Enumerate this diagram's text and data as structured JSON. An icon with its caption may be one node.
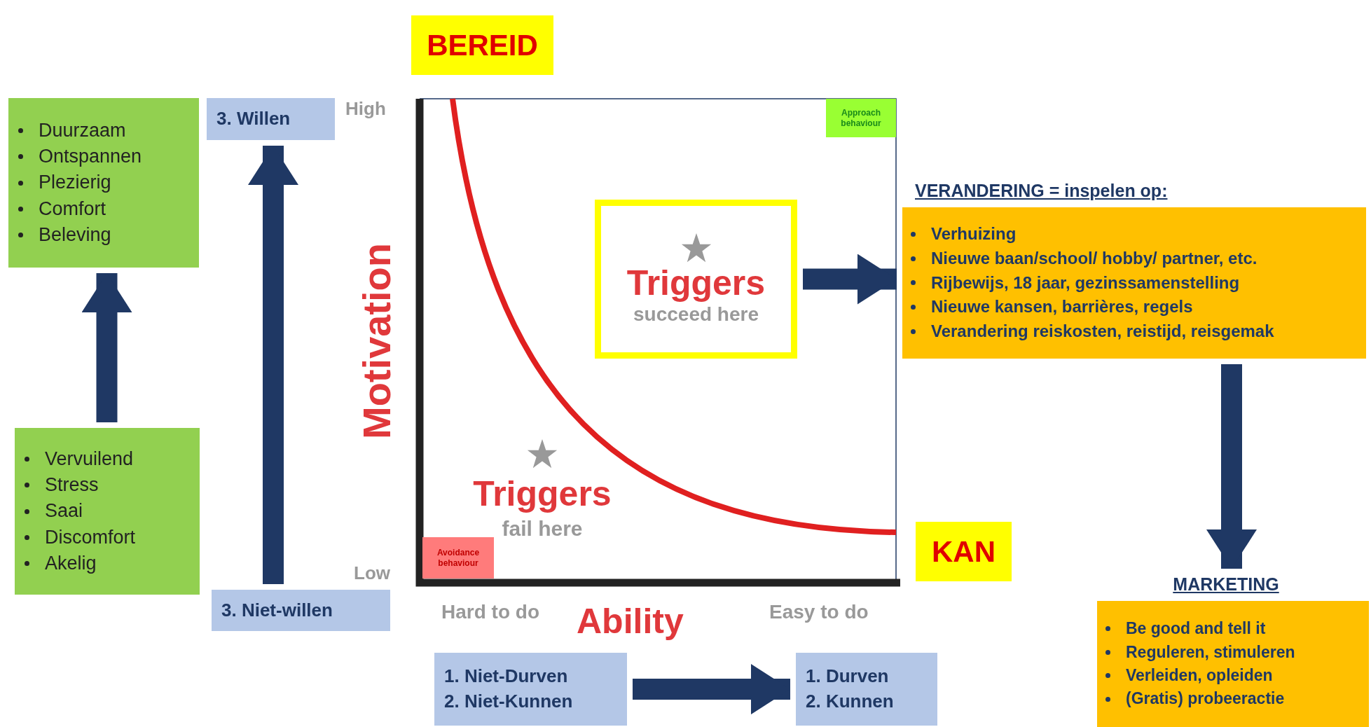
{
  "diagram": {
    "nodes": [
      {
        "text": [
          "Duurzaam",
          "Ontspannen",
          "Plezierig",
          "Comfort",
          "Beleving"
        ]
      },
      {
        "text": [
          "Vervuilend",
          "Stress",
          "Saai",
          "Discomfort",
          "Akelig"
        ]
      },
      {
        "text": [
          "3. Willen"
        ]
      },
      {
        "text": [
          "3. Niet-willen"
        ]
      },
      {
        "text": [
          "Triggers",
          "succeed here"
        ]
      },
      {
        "text": [
          "VERANDERING = inspelen op:",
          "Verhuizing",
          "Nieuwe baan/school/ hobby/ partner, etc.",
          "Rijbewijs, 18 jaar, gezinssamenstelling",
          "Nieuwe kansen, barrières, regels",
          "Verandering reiskosten, reistijd, reisgemak"
        ]
      },
      {
        "text": [
          "MARKETING",
          "Be good and tell it",
          "Reguleren, stimuleren",
          "Verleiden, opleiden",
          "(Gratis) probeeractie"
        ]
      },
      {
        "text": [
          "1. Niet-Durven",
          "2. Niet-Kunnen"
        ]
      },
      {
        "text": [
          "1. Durven",
          "2. Kunnen"
        ]
      },
      {
        "text": [
          "BEREID"
        ]
      },
      {
        "text": [
          "KAN"
        ]
      },
      {
        "text": [
          "Approach behaviour"
        ]
      },
      {
        "text": [
          "Avoidance behaviour"
        ]
      }
    ],
    "edges": [
      {
        "from": 1,
        "to": 0,
        "arrow": "to"
      },
      {
        "from": 3,
        "to": 2,
        "arrow": "to"
      },
      {
        "from": 4,
        "to": 5,
        "arrow": "to"
      },
      {
        "from": 5,
        "to": 6,
        "arrow": "to"
      },
      {
        "from": 7,
        "to": 8,
        "arrow": "to"
      }
    ],
    "labels": [
      "High",
      "Low",
      "Motivation",
      "Triggers",
      "fail here",
      "Hard to do",
      "Ability",
      "Easy to do"
    ]
  }
}
